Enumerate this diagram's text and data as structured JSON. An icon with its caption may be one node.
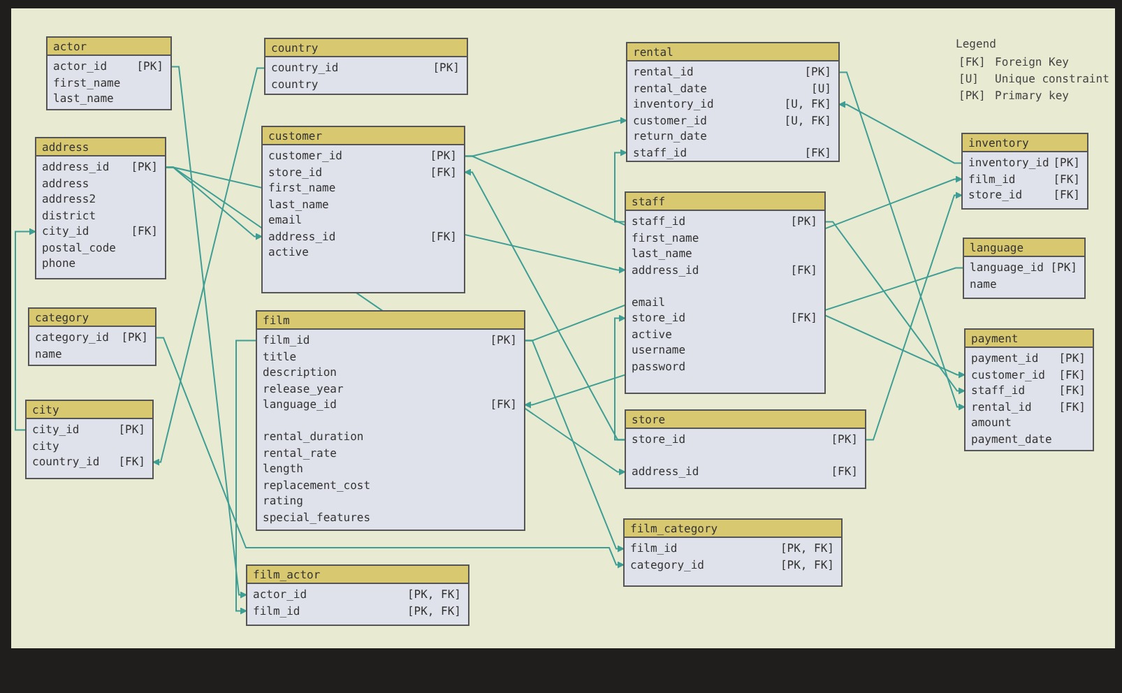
{
  "diagram": {
    "nodes": [
      {
        "text": [
          "actor"
        ]
      },
      {
        "text": [
          "actor_id",
          "[PK]"
        ],
        "in": 0
      },
      {
        "text": [
          "first_name"
        ],
        "in": 0
      },
      {
        "text": [
          "last_name"
        ],
        "in": 0
      },
      {
        "text": [
          "country"
        ]
      },
      {
        "text": [
          "country_id",
          "[PK]"
        ],
        "in": 4
      },
      {
        "text": [
          "country"
        ],
        "in": 4
      },
      {
        "text": [
          "rental"
        ]
      },
      {
        "text": [
          "rental_id",
          "[PK]"
        ],
        "in": 7
      },
      {
        "text": [
          "rental_date",
          "[U]"
        ],
        "in": 7
      },
      {
        "text": [
          "inventory_id",
          "[U, FK]"
        ],
        "in": 7
      },
      {
        "text": [
          "customer_id",
          "[U, FK]"
        ],
        "in": 7
      },
      {
        "text": [
          "return_date"
        ],
        "in": 7
      },
      {
        "text": [
          "staff_id",
          "[FK]"
        ],
        "in": 7
      },
      {
        "text": [
          "inventory"
        ]
      },
      {
        "text": [
          "inventory_id",
          "[PK]"
        ],
        "in": 14
      },
      {
        "text": [
          "film_id",
          "[FK]"
        ],
        "in": 14
      },
      {
        "text": [
          "store_id",
          "[FK]"
        ],
        "in": 14
      },
      {
        "text": [
          "address"
        ]
      },
      {
        "text": [
          "address_id",
          "[PK]"
        ],
        "in": 18
      },
      {
        "text": [
          "address"
        ],
        "in": 18
      },
      {
        "text": [
          "address2"
        ],
        "in": 18
      },
      {
        "text": [
          "district"
        ],
        "in": 18
      },
      {
        "text": [
          "city_id",
          "[FK]"
        ],
        "in": 18
      },
      {
        "text": [
          "postal_code"
        ],
        "in": 18
      },
      {
        "text": [
          "phone"
        ],
        "in": 18
      },
      {
        "text": [
          "customer"
        ]
      },
      {
        "text": [
          "customer_id",
          "[PK]"
        ],
        "in": 26
      },
      {
        "text": [
          "store_id",
          "[FK]"
        ],
        "in": 26
      },
      {
        "text": [
          "first_name"
        ],
        "in": 26
      },
      {
        "text": [
          "last_name"
        ],
        "in": 26
      },
      {
        "text": [
          "email"
        ],
        "in": 26
      },
      {
        "text": [
          "address_id",
          "[FK]"
        ],
        "in": 26
      },
      {
        "text": [
          "active"
        ],
        "in": 26
      },
      {
        "text": [
          "staff"
        ]
      },
      {
        "text": [
          "staff_id",
          "[PK]"
        ],
        "in": 34
      },
      {
        "text": [
          "first_name"
        ],
        "in": 34
      },
      {
        "text": [
          "last_name"
        ],
        "in": 34
      },
      {
        "text": [
          "address_id",
          "[FK]"
        ],
        "in": 34
      },
      {
        "text": [
          "email"
        ],
        "in": 34
      },
      {
        "text": [
          "store_id",
          "[FK]"
        ],
        "in": 34
      },
      {
        "text": [
          "active"
        ],
        "in": 34
      },
      {
        "text": [
          "username"
        ],
        "in": 34
      },
      {
        "text": [
          "password"
        ],
        "in": 34
      },
      {
        "text": [
          "language"
        ]
      },
      {
        "text": [
          "language_id",
          "[PK]"
        ],
        "in": 44
      },
      {
        "text": [
          "name"
        ],
        "in": 44
      },
      {
        "text": [
          "category"
        ]
      },
      {
        "text": [
          "category_id",
          "[PK]"
        ],
        "in": 47
      },
      {
        "text": [
          "name"
        ],
        "in": 47
      },
      {
        "text": [
          "film"
        ]
      },
      {
        "text": [
          "film_id",
          "[PK]"
        ],
        "in": 50
      },
      {
        "text": [
          "title"
        ],
        "in": 50
      },
      {
        "text": [
          "description"
        ],
        "in": 50
      },
      {
        "text": [
          "release_year"
        ],
        "in": 50
      },
      {
        "text": [
          "language_id",
          "[FK]"
        ],
        "in": 50
      },
      {
        "text": [
          "rental_duration"
        ],
        "in": 50
      },
      {
        "text": [
          "rental_rate"
        ],
        "in": 50
      },
      {
        "text": [
          "length"
        ],
        "in": 50
      },
      {
        "text": [
          "replacement_cost"
        ],
        "in": 50
      },
      {
        "text": [
          "rating"
        ],
        "in": 50
      },
      {
        "text": [
          "special_features"
        ],
        "in": 50
      },
      {
        "text": [
          "payment"
        ]
      },
      {
        "text": [
          "payment_id",
          "[PK]"
        ],
        "in": 62
      },
      {
        "text": [
          "customer_id",
          "[FK]"
        ],
        "in": 62
      },
      {
        "text": [
          "staff_id",
          "[FK]"
        ],
        "in": 62
      },
      {
        "text": [
          "rental_id",
          "[FK]"
        ],
        "in": 62
      },
      {
        "text": [
          "amount"
        ],
        "in": 62
      },
      {
        "text": [
          "payment_date"
        ],
        "in": 62
      },
      {
        "text": [
          "city"
        ]
      },
      {
        "text": [
          "city_id",
          "[PK]"
        ],
        "in": 69
      },
      {
        "text": [
          "city"
        ],
        "in": 69
      },
      {
        "text": [
          "country_id",
          "[FK]"
        ],
        "in": 69
      },
      {
        "text": [
          "store"
        ]
      },
      {
        "text": [
          "store_id",
          "[PK]"
        ],
        "in": 73
      },
      {
        "text": [
          "address_id",
          "[FK]"
        ],
        "in": 73
      },
      {
        "text": [
          "film_category"
        ]
      },
      {
        "text": [
          "film_id",
          "[PK, FK]"
        ],
        "in": 76
      },
      {
        "text": [
          "category_id",
          "[PK, FK]"
        ],
        "in": 76
      },
      {
        "text": [
          "film_actor"
        ]
      },
      {
        "text": [
          "actor_id",
          "[PK, FK]"
        ],
        "in": 79
      },
      {
        "text": [
          "film_id",
          "[PK, FK]"
        ],
        "in": 79
      }
    ],
    "edges": [
      {
        "from": 1,
        "to": 80,
        "arrow": "to"
      },
      {
        "from": 51,
        "to": 81,
        "arrow": "to"
      },
      {
        "from": 5,
        "to": 72,
        "arrow": "to"
      },
      {
        "from": 70,
        "to": 23,
        "arrow": "to"
      },
      {
        "from": 19,
        "to": 32,
        "arrow": "to"
      },
      {
        "from": 19,
        "to": 38,
        "arrow": "to"
      },
      {
        "from": 19,
        "to": 75,
        "arrow": "to"
      },
      {
        "from": 48,
        "to": 78,
        "arrow": "to"
      },
      {
        "from": 51,
        "to": 77,
        "arrow": "to"
      },
      {
        "from": 51,
        "to": 16,
        "arrow": "to"
      },
      {
        "from": 45,
        "to": 55,
        "arrow": "to"
      },
      {
        "from": 27,
        "to": 11,
        "arrow": "to"
      },
      {
        "from": 27,
        "to": 64,
        "arrow": "to"
      },
      {
        "from": 74,
        "to": 28,
        "arrow": "to"
      },
      {
        "from": 74,
        "to": 40,
        "arrow": "to"
      },
      {
        "from": 74,
        "to": 17,
        "arrow": "to"
      },
      {
        "from": 35,
        "to": 13,
        "arrow": "to"
      },
      {
        "from": 35,
        "to": 65,
        "arrow": "to"
      },
      {
        "from": 8,
        "to": 66,
        "arrow": "to"
      },
      {
        "from": 15,
        "to": 10,
        "arrow": "to"
      }
    ],
    "labels": [
      "Legend",
      "[FK]",
      "Foreign Key",
      "[U]",
      "Unique constraint",
      "[PK]",
      "Primary key"
    ]
  }
}
